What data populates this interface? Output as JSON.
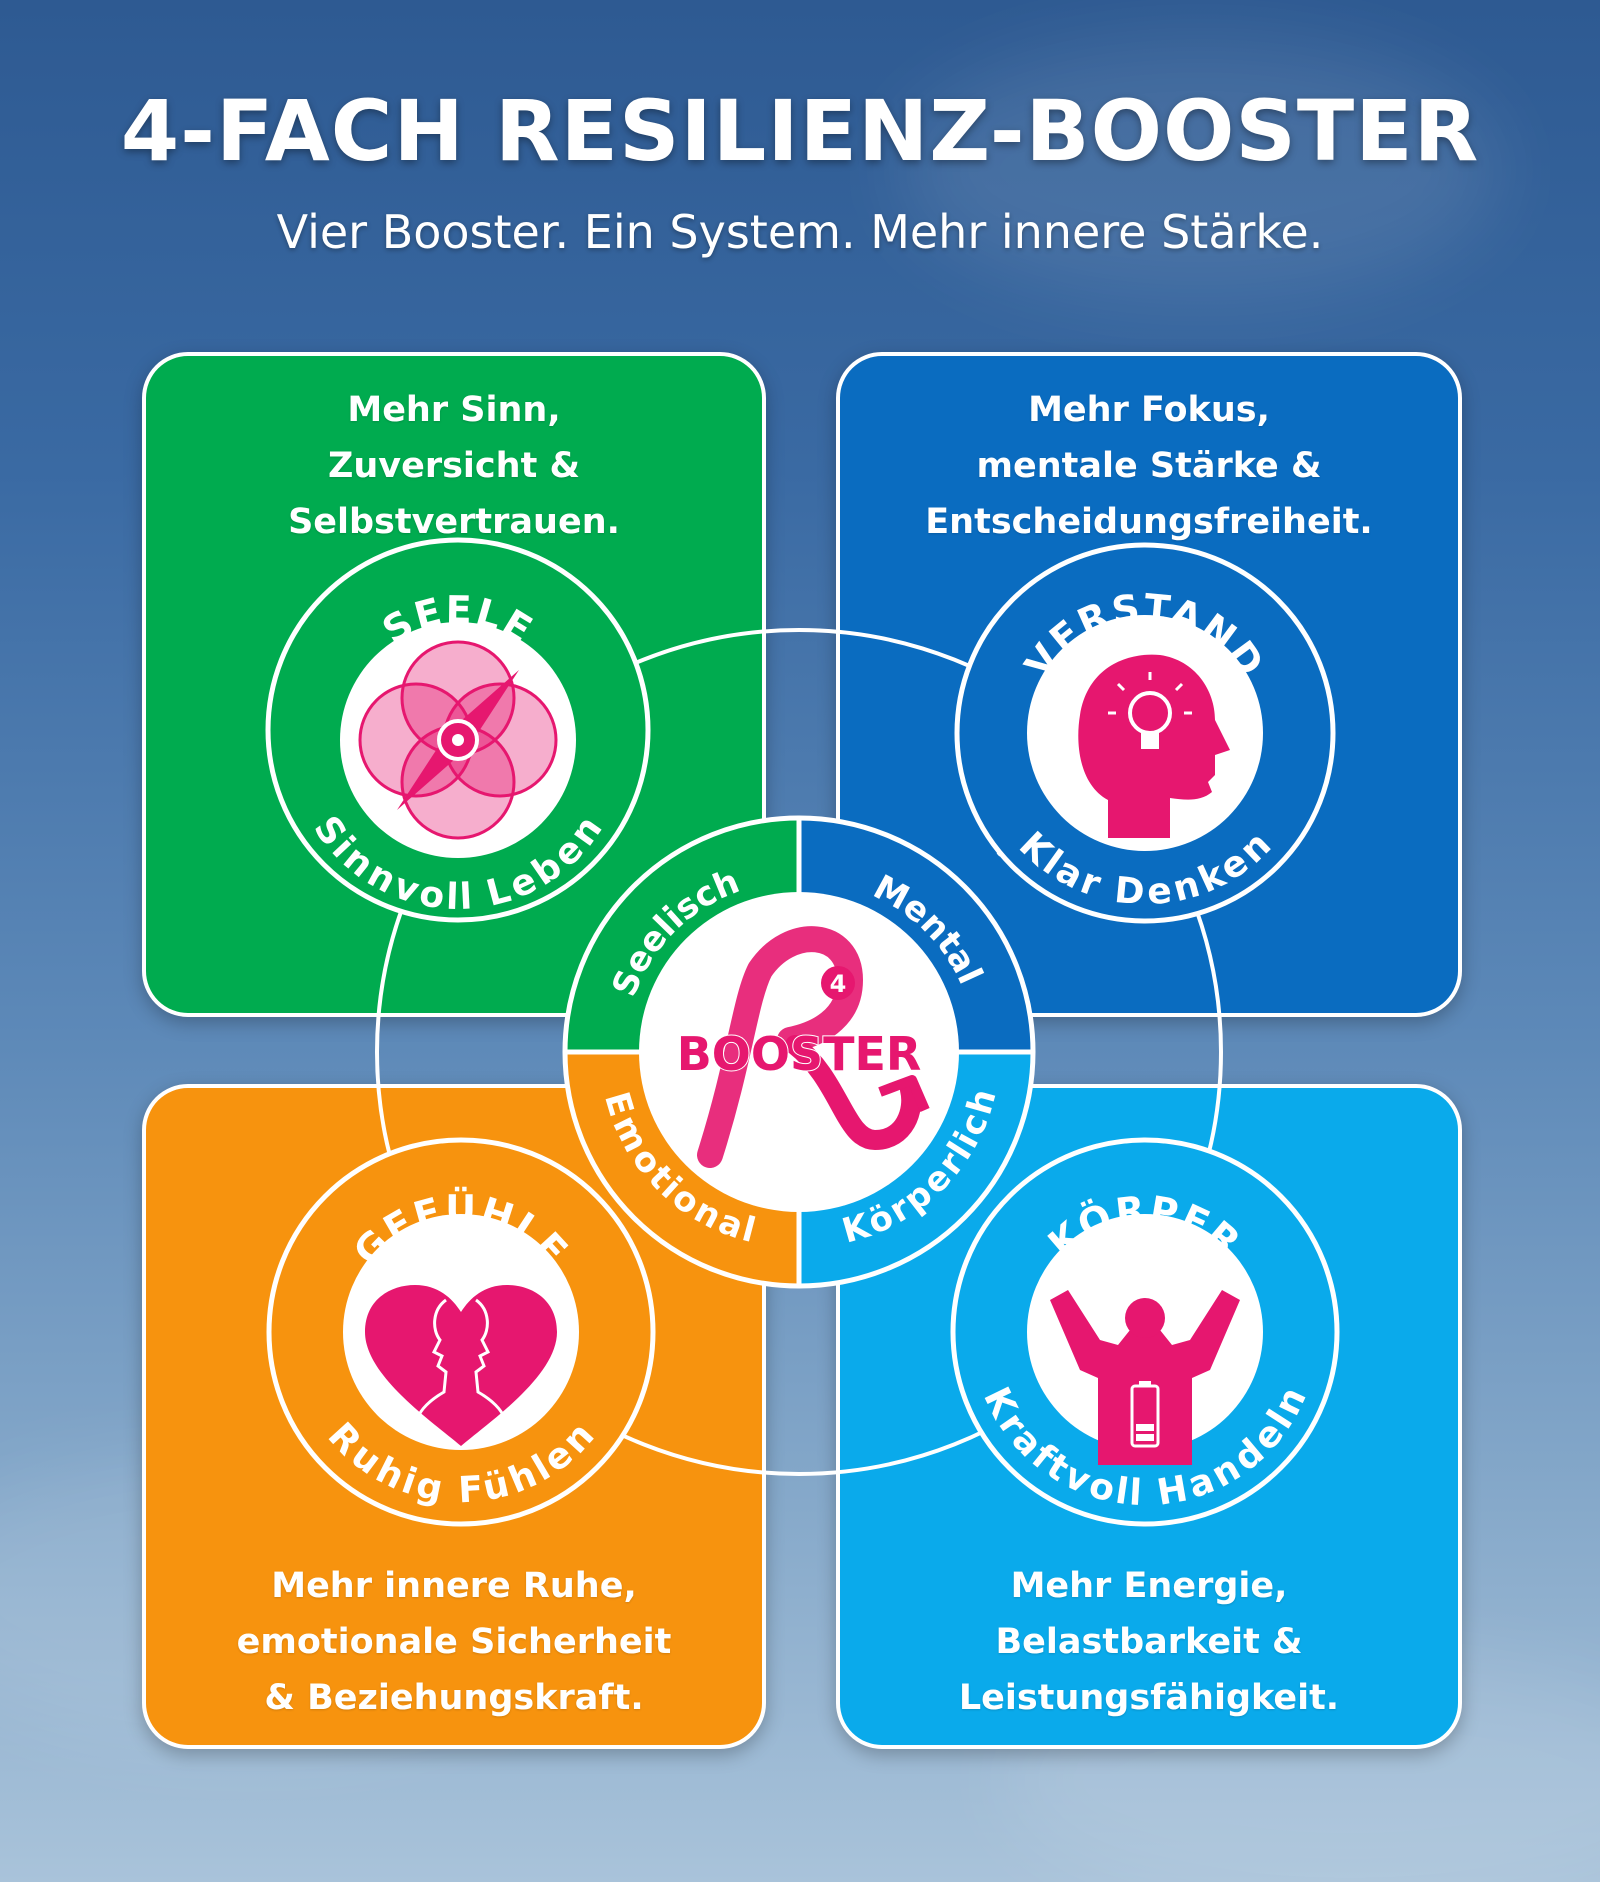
{
  "header": {
    "title": "4-FACH RESILIENZ-BOOSTER",
    "subtitle": "Vier Booster. Ein System. Mehr innere Stärke."
  },
  "quadrants": {
    "seele": {
      "color": "#00ab4f",
      "name": "SEELE",
      "motto": "Sinnvoll Leben",
      "ring_label": "Seelisch",
      "icon": "compass-flower-icon",
      "benefits": [
        "Mehr Sinn,",
        "Zuversicht &",
        "Selbstvertrauen."
      ]
    },
    "verstand": {
      "color": "#0a6cc0",
      "name": "VERSTAND",
      "motto": "Klar Denken",
      "ring_label": "Mental",
      "icon": "head-lightbulb-icon",
      "benefits": [
        "Mehr Fokus,",
        "mentale Stärke &",
        "Entscheidungsfreiheit."
      ]
    },
    "gefuehle": {
      "color": "#f7930e",
      "name": "GEFÜHLE",
      "motto": "Ruhig Fühlen",
      "ring_label": "Emotional",
      "icon": "heart-faces-icon",
      "benefits": [
        "Mehr innere Ruhe,",
        "emotionale Sicherheit",
        "& Beziehungskraft."
      ]
    },
    "koerper": {
      "color": "#0aaaeb",
      "name": "KÖRPER",
      "motto": "Kraftvoll Handeln",
      "ring_label": "Körperlich",
      "icon": "person-battery-icon",
      "benefits": [
        "Mehr Energie,",
        "Belastbarkeit &",
        "Leistungsfähigkeit."
      ]
    }
  },
  "center": {
    "label": "BOOSTER",
    "badge": "4",
    "accent": "#e6176f"
  }
}
